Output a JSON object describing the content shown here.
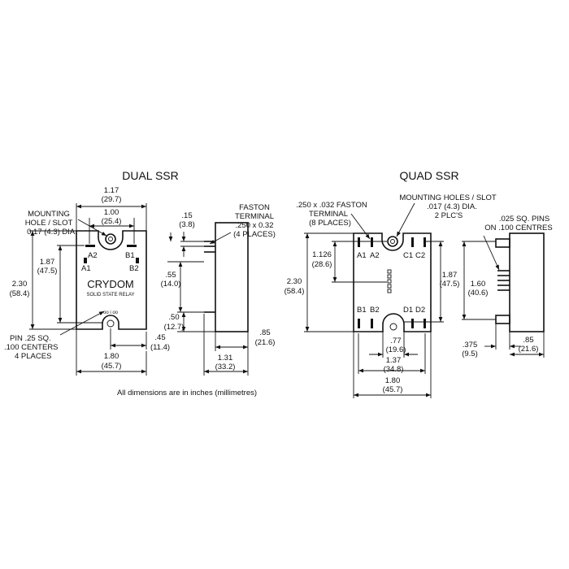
{
  "dual": {
    "title": "DUAL SSR",
    "brand": "CRYDOM",
    "sub_brand": "SOLID STATE RELAY",
    "terminals": {
      "a2": "A2",
      "b1": "B1",
      "a1": "A1",
      "b2": "B2"
    },
    "pin_marks": "oo i oo",
    "mounting_note": [
      "MOUNTING",
      "HOLE / SLOT",
      "0.17 (4.3) DIA."
    ],
    "faston_note": [
      "FASTON",
      "TERMINAL",
      ".250 x 0.32",
      "(4 PLACES)"
    ],
    "pin_note": [
      "PIN .25 SQ.",
      ".100 CENTERS",
      "4 PLACES"
    ],
    "dims": {
      "d117": "1.17",
      "d117mm": "(29.7)",
      "d100": "1.00",
      "d100mm": "(25.4)",
      "d230": "2.30",
      "d230mm": "(58.4)",
      "d187": "1.87",
      "d187mm": "(47.5)",
      "d180": "1.80",
      "d180mm": "(45.7)",
      "d45": ".45",
      "d45mm": "(11.4)",
      "d15": ".15",
      "d15mm": "(3.8)",
      "d55": ".55",
      "d55mm": "(14.0)",
      "d50": ".50",
      "d50mm": "(12.7)",
      "d85": ".85",
      "d85mm": "(21.6)",
      "d131": "1.31",
      "d131mm": "(33.2)"
    }
  },
  "quad": {
    "title": "QUAD SSR",
    "terminals": {
      "a1": "A1",
      "a2": "A2",
      "c1": "C1",
      "c2": "C2",
      "b1": "B1",
      "b2": "B2",
      "d1": "D1",
      "d2": "D2"
    },
    "faston_note": [
      ".250 x .032 FASTON",
      "TERMINAL",
      "(8 PLACES)"
    ],
    "mounting_note": [
      "MOUNTING HOLES / SLOT",
      ".017 (4.3) DIA.",
      "2 PLC'S"
    ],
    "pins_note": [
      ".025 SQ. PINS",
      "ON .100 CENTRES"
    ],
    "dims": {
      "d230": "2.30",
      "d230mm": "(58.4)",
      "d1126": "1.126",
      "d1126mm": "(28.6)",
      "d187": "1.87",
      "d187mm": "(47.5)",
      "d160": "1.60",
      "d160mm": "(40.6)",
      "d77": ".77",
      "d77mm": "(19.6)",
      "d137": "1.37",
      "d137mm": "(34.8)",
      "d180": "1.80",
      "d180mm": "(45.7)",
      "d375": ".375",
      "d375mm": "(9.5)",
      "d85": ".85",
      "d85mm": "(21.6)"
    }
  },
  "footnote": "All dimensions are in inches (millimetres)"
}
